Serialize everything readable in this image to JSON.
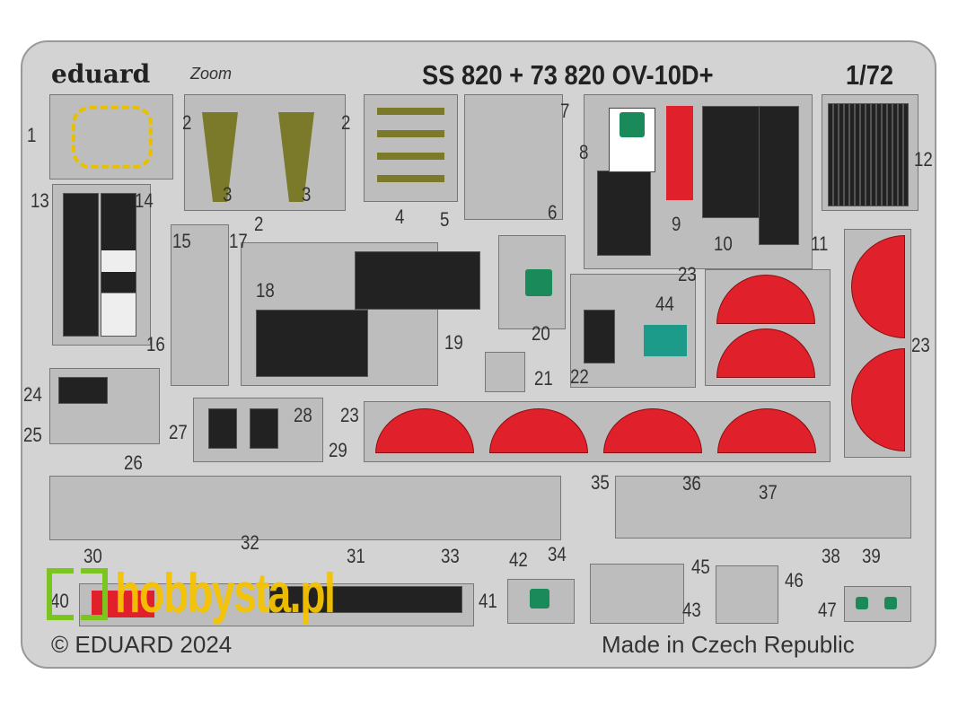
{
  "header": {
    "brand": "eduard",
    "sub_brand": "Zoom",
    "title": "SS 820 + 73 820 OV-10D+",
    "scale": "1/72"
  },
  "footer": {
    "copyright": "© EDUARD 2024",
    "origin": "Made in Czech Republic"
  },
  "watermark": "hobbysta.pl",
  "part_numbers": [
    "1",
    "2",
    "3",
    "2",
    "3",
    "2",
    "4",
    "5",
    "7",
    "6",
    "8",
    "9",
    "10",
    "11",
    "12",
    "13",
    "14",
    "15",
    "17",
    "16",
    "18",
    "19",
    "20",
    "21",
    "22",
    "44",
    "23",
    "23",
    "23",
    "24",
    "25",
    "26",
    "27",
    "28",
    "29",
    "30",
    "32",
    "31",
    "33",
    "34",
    "35",
    "36",
    "37",
    "38",
    "39",
    "42",
    "45",
    "46",
    "41",
    "43",
    "47",
    "40"
  ],
  "colors": {
    "fret": "#d3d3d3",
    "panel": "#bdbdbd",
    "red": "#e0202a",
    "screen": "#1a8a5a"
  }
}
